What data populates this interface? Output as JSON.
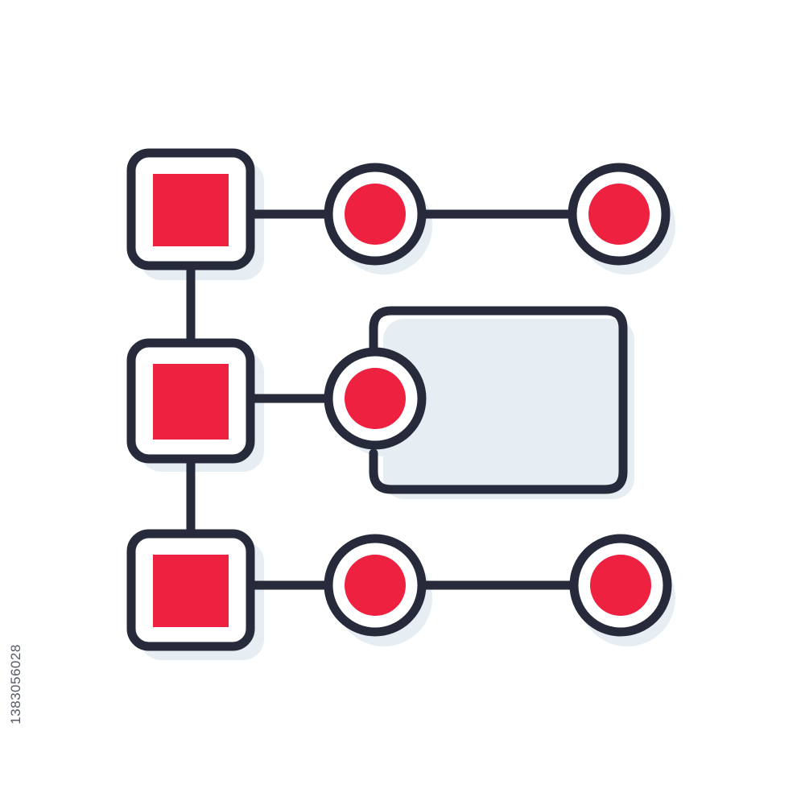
{
  "diagram": {
    "description_kind": "flowchart-icon",
    "icons": [
      "square-node-icon",
      "circle-node-icon",
      "connector-line",
      "rounded-rectangle-box"
    ],
    "colors": {
      "stroke": "#272a3a",
      "fill_accent": "#ee2240",
      "fill_white": "#ffffff",
      "shadow": "#e6edf3"
    }
  },
  "watermark": {
    "id_text": "1383056028"
  }
}
